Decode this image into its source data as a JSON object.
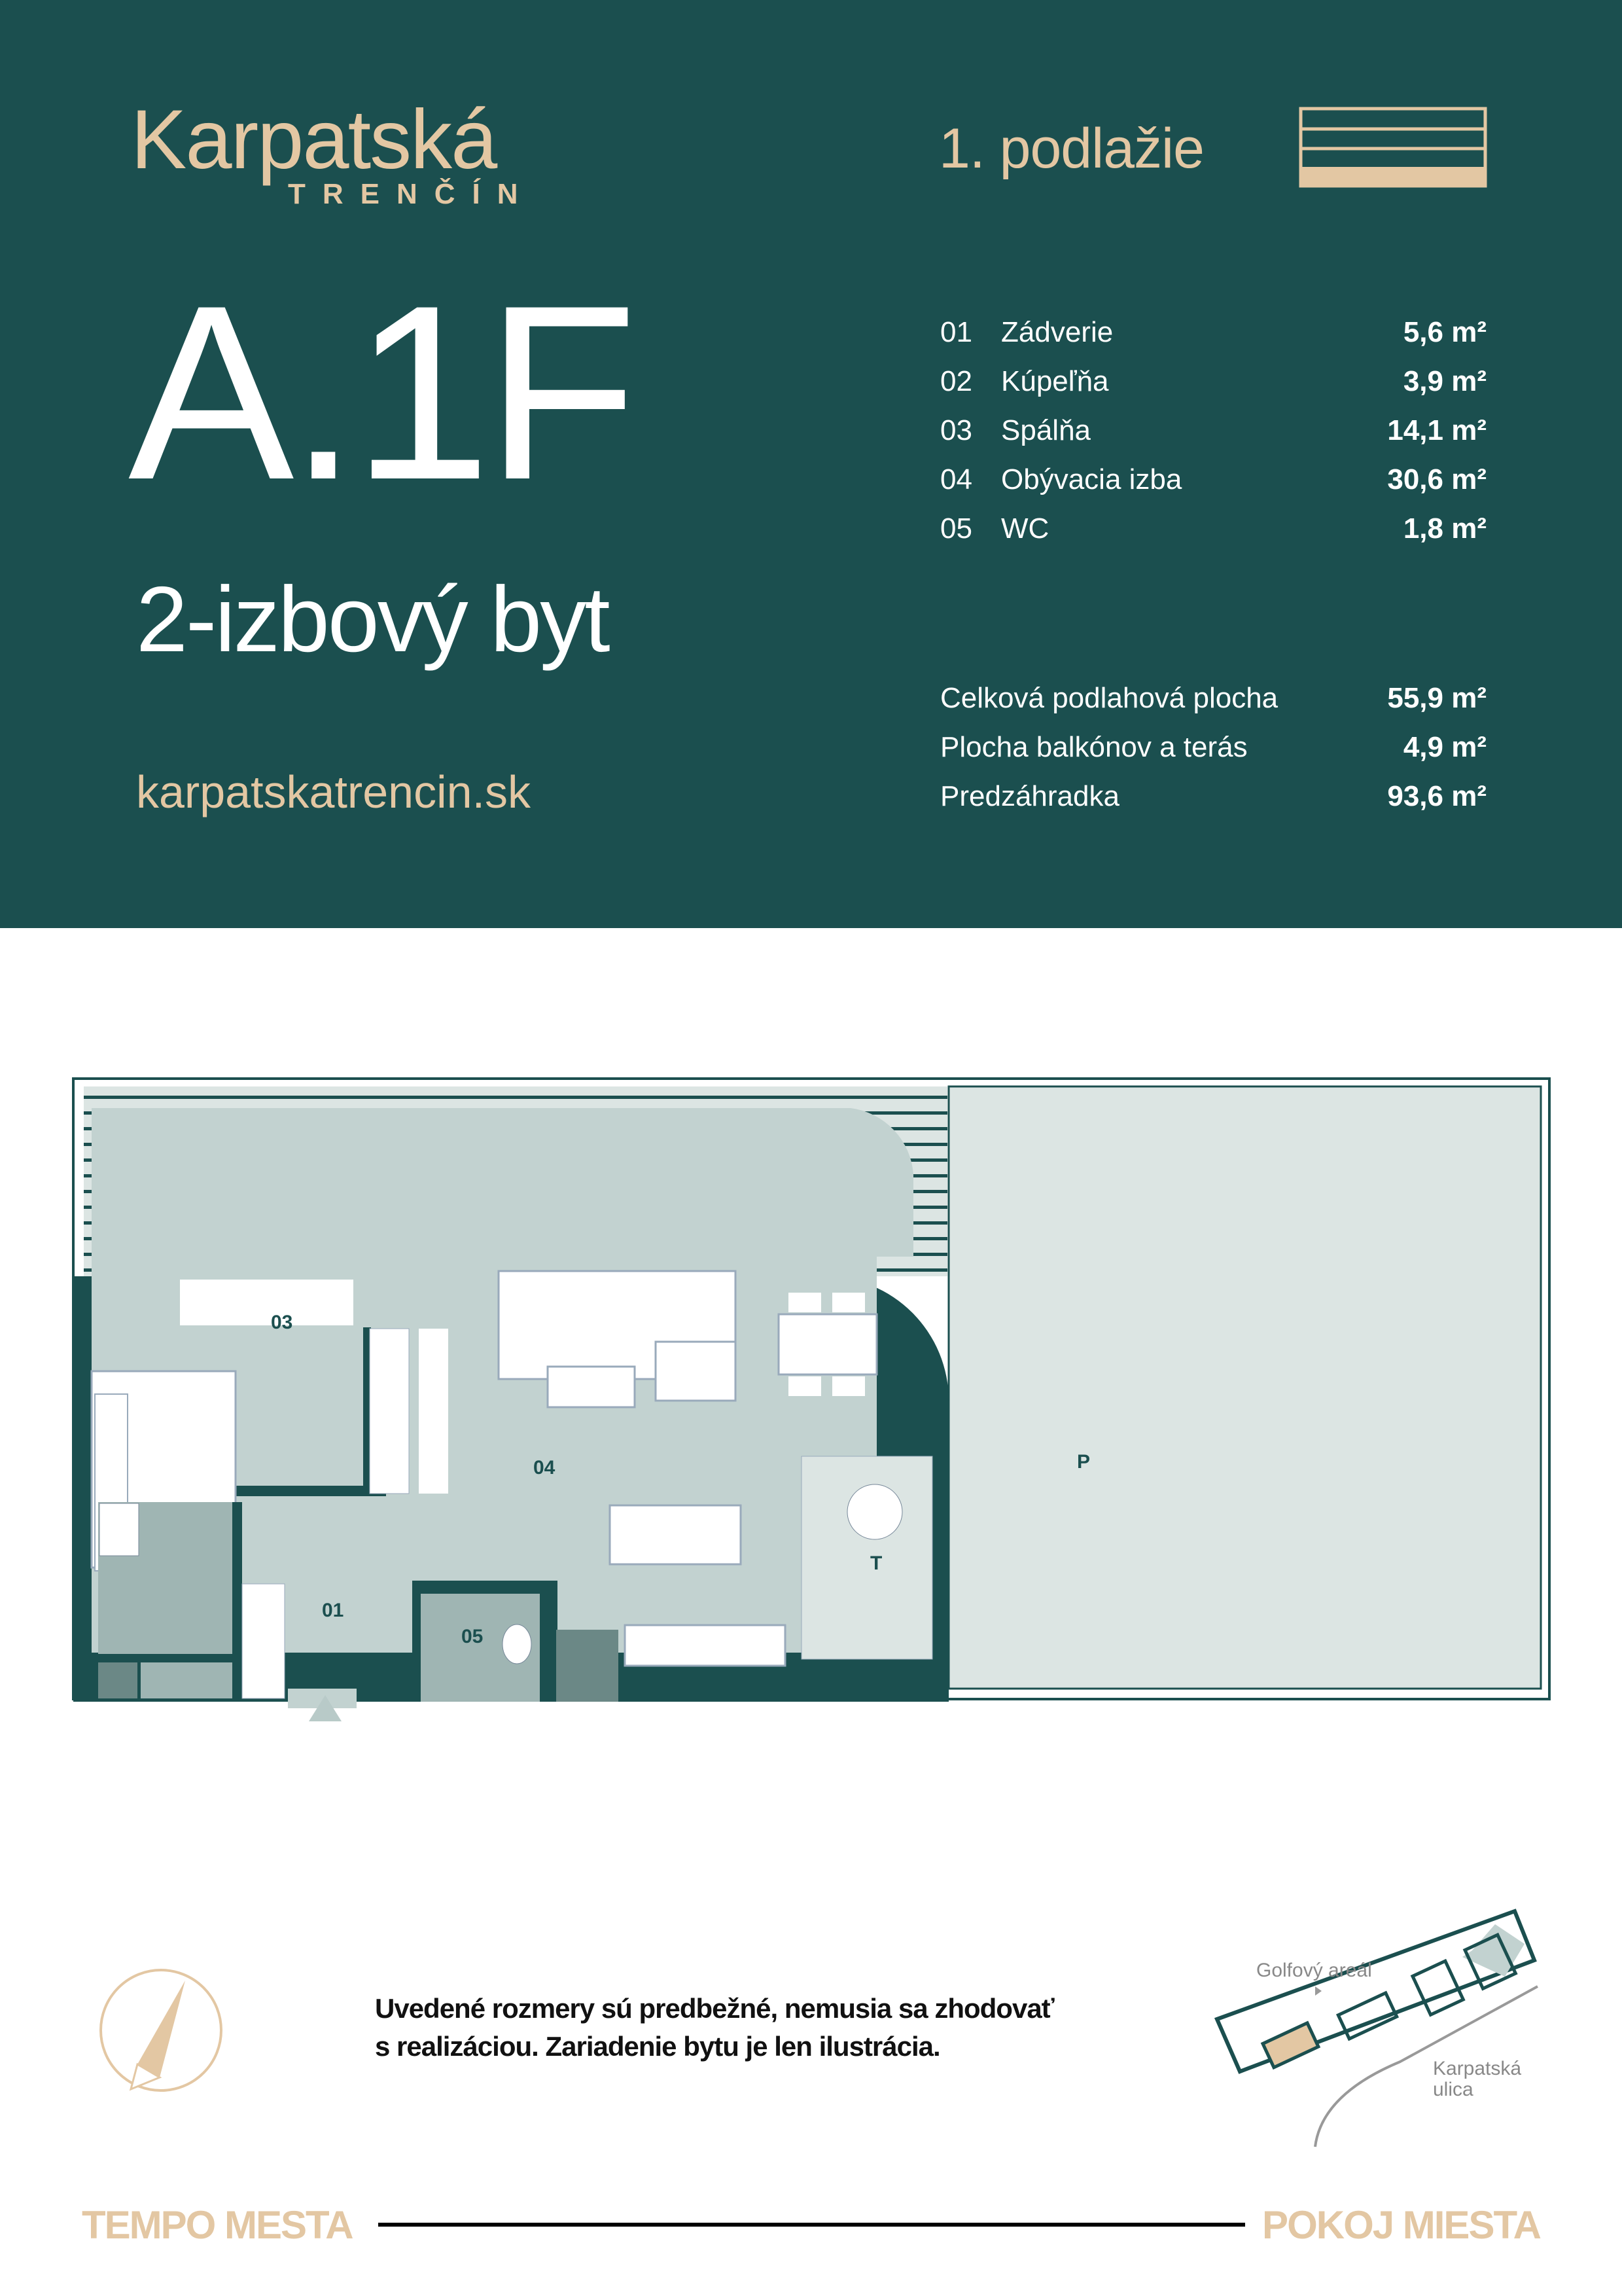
{
  "brand": {
    "name": "Karpatská",
    "city": "TRENČÍN",
    "website": "karpatskatrencin.sk"
  },
  "floor": {
    "label": "1. podlažie",
    "current_floor_index": 1,
    "floors_shown": 3
  },
  "unit": {
    "code": "A.1F",
    "type": "2-izbový byt"
  },
  "rooms": [
    {
      "num": "01",
      "name": "Zádverie",
      "area": "5,6 m²"
    },
    {
      "num": "02",
      "name": "Kúpeľňa",
      "area": "3,9 m²"
    },
    {
      "num": "03",
      "name": "Spálňa",
      "area": "14,1 m²"
    },
    {
      "num": "04",
      "name": "Obývacia izba",
      "area": "30,6 m²"
    },
    {
      "num": "05",
      "name": "WC",
      "area": "1,8 m²"
    }
  ],
  "totals": [
    {
      "name": "Celková podlahová plocha",
      "area": "55,9 m²"
    },
    {
      "name": "Plocha balkónov a terás",
      "area": "4,9 m²"
    },
    {
      "name": "Predzáhradka",
      "area": "93,6 m²"
    }
  ],
  "plan_labels": {
    "r01": "01",
    "r03": "03",
    "r04": "04",
    "r05": "05",
    "terrace": "T",
    "garden": "P"
  },
  "disclaimer": {
    "line1": "Uvedené rozmery sú predbežné, nemusia sa zhodovať",
    "line2": "s realizáciou. Zariadenie bytu je len ilustrácia."
  },
  "site_map": {
    "golf": "Golfový areál",
    "street_1": "Karpatská",
    "street_2": "ulica"
  },
  "footer": {
    "left": "TEMPO MESTA",
    "right": "POKOJ MIESTA"
  },
  "colors": {
    "primary": "#1b4f4f",
    "accent": "#e3c7a3",
    "floor_fill": "#c2d2d0",
    "garden_fill": "#dce5e3"
  }
}
